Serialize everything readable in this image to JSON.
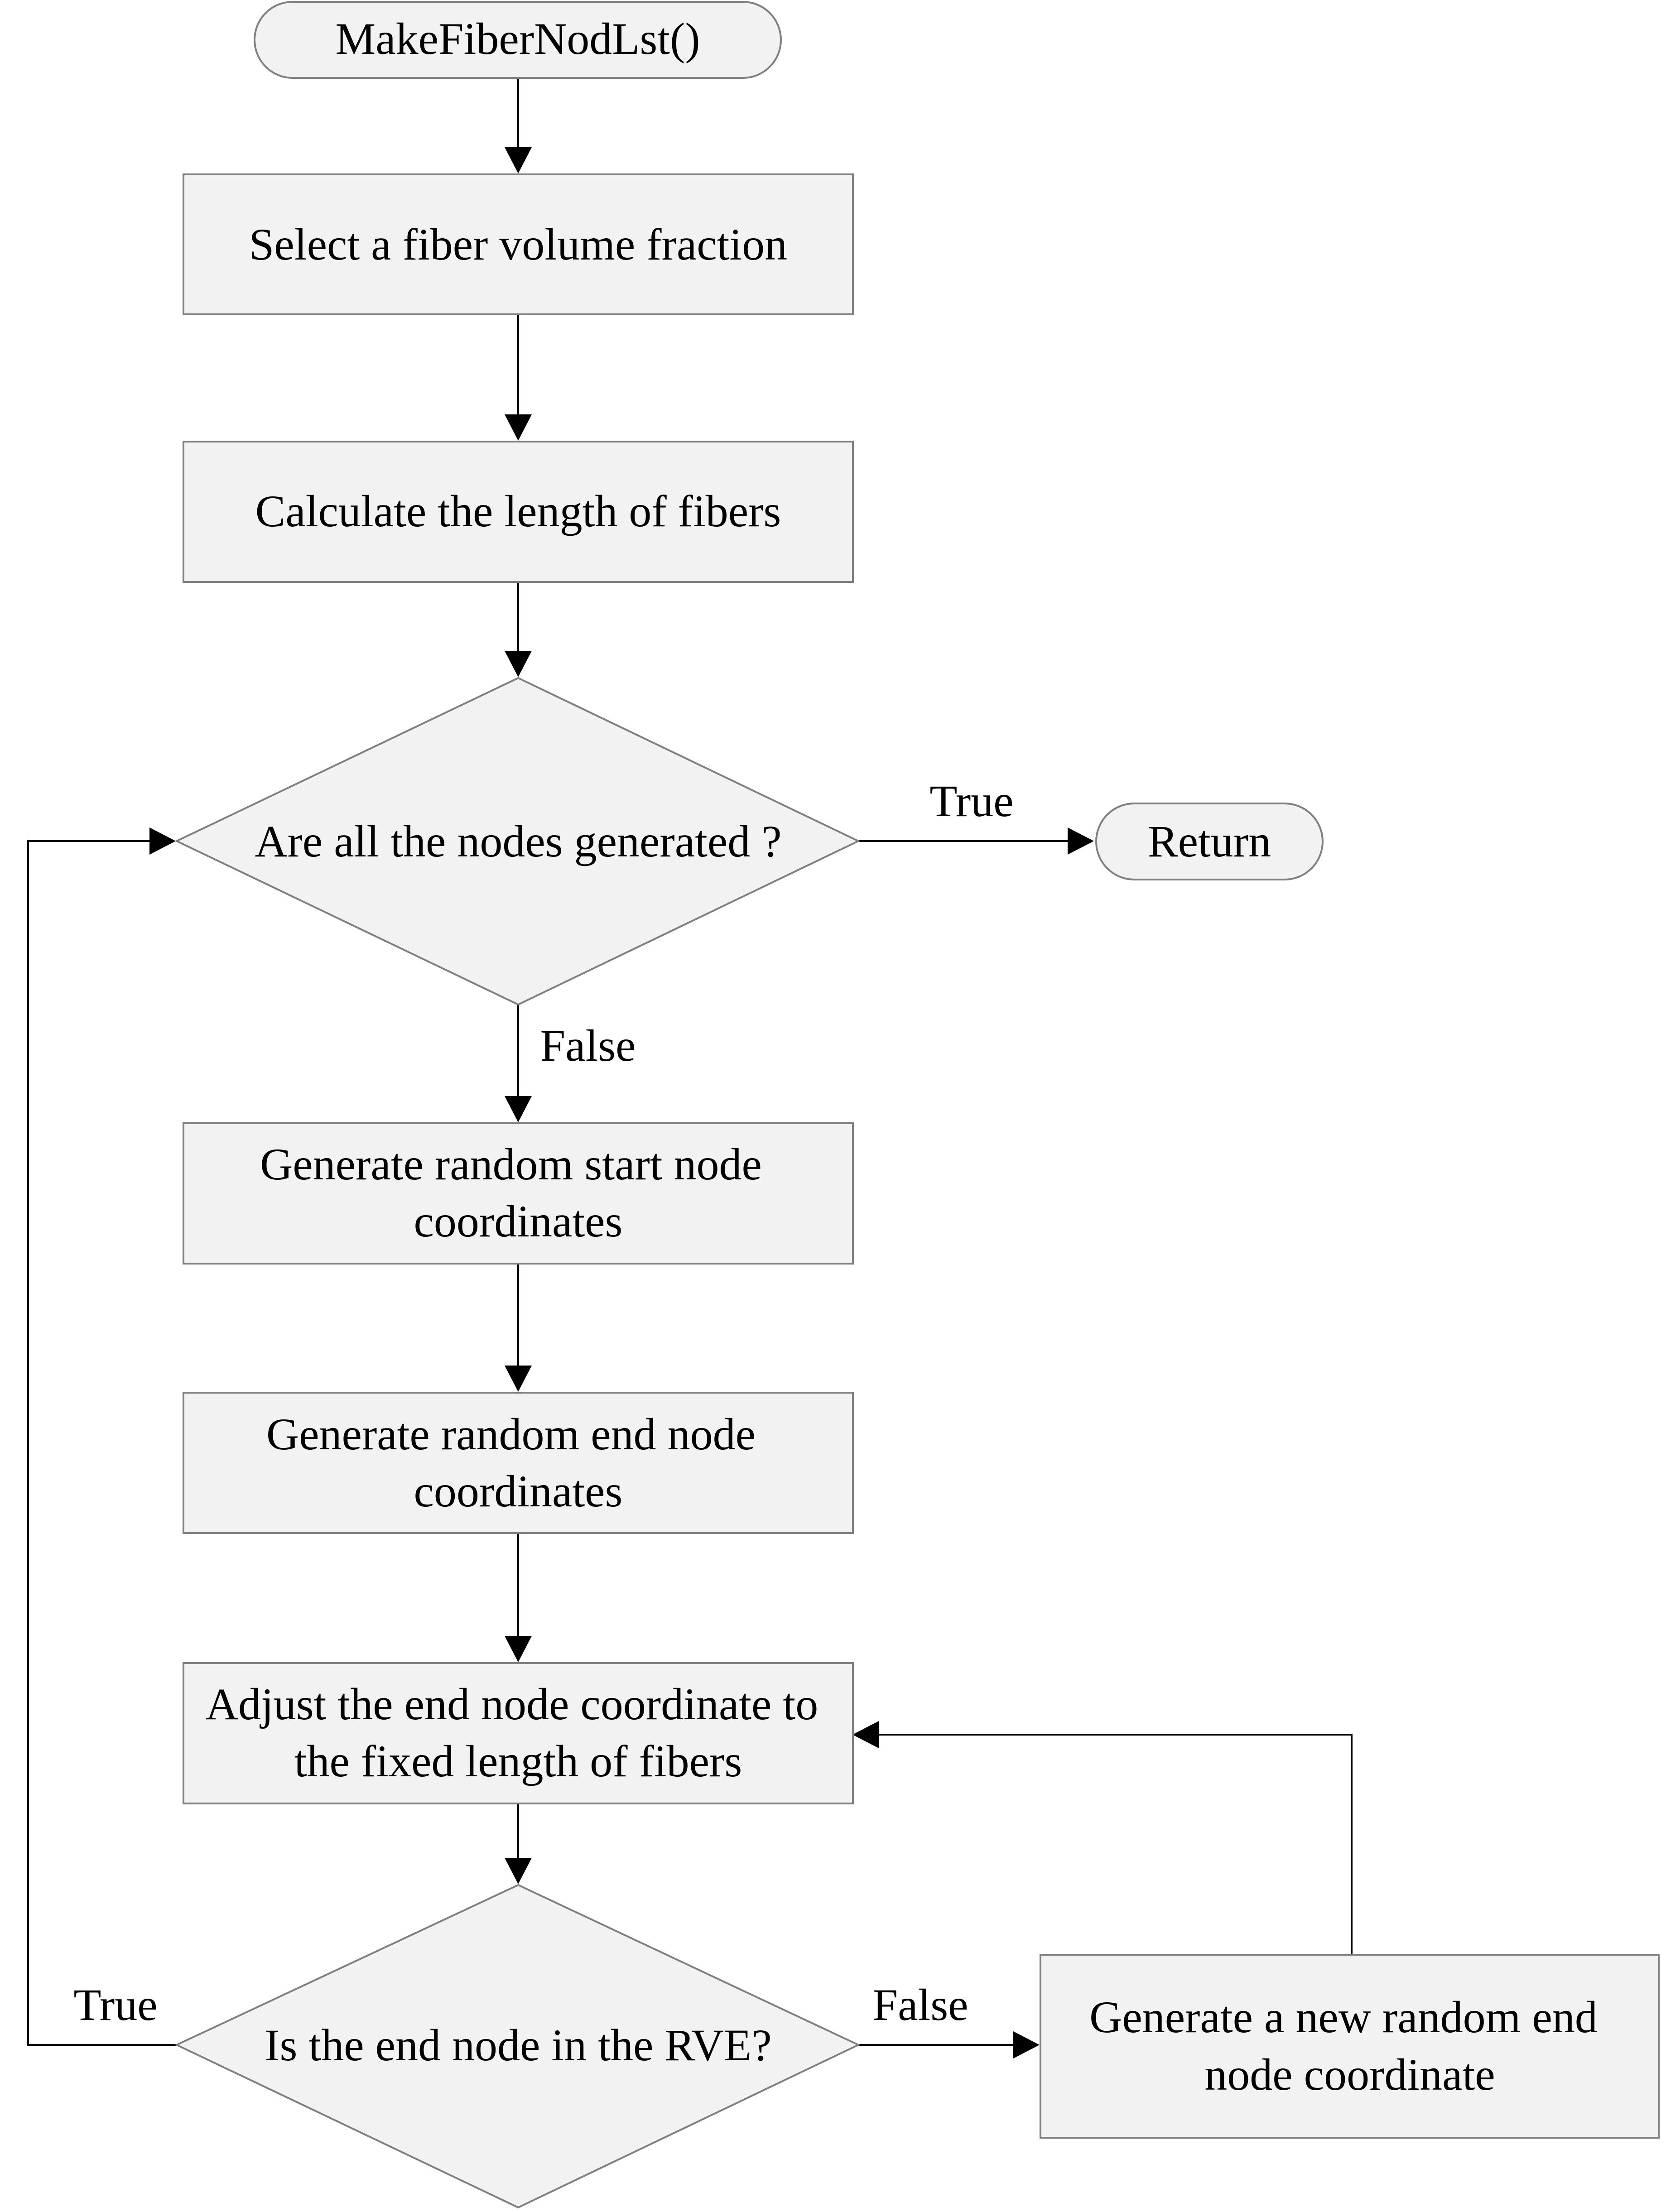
{
  "colors": {
    "shape_fill": "#f2f2f2",
    "shape_stroke": "#7f7f7f",
    "line": "#000000",
    "text": "#000000"
  },
  "nodes": {
    "start": {
      "lines": [
        "MakeFiberNodLst()"
      ]
    },
    "select_fraction": {
      "lines": [
        "Select a fiber volume fraction"
      ]
    },
    "calc_length": {
      "lines": [
        "Calculate the length of fibers"
      ]
    },
    "decision_all_nodes": {
      "lines": [
        "Are all the nodes generated ?"
      ]
    },
    "return": {
      "lines": [
        "Return"
      ]
    },
    "gen_start": {
      "lines": [
        "Generate random start node",
        "coordinates"
      ]
    },
    "gen_end": {
      "lines": [
        "Generate random end node",
        "coordinates"
      ]
    },
    "adjust_end": {
      "lines": [
        "Adjust the end node coordinate to",
        "the fixed length of fibers"
      ]
    },
    "decision_in_rve": {
      "lines": [
        "Is the end node in the RVE?"
      ]
    },
    "gen_new_end": {
      "lines": [
        "Generate a new random end",
        "node coordinate"
      ]
    }
  },
  "edge_labels": {
    "all_true": "True",
    "all_false": "False",
    "rve_true": "True",
    "rve_false": "False"
  }
}
